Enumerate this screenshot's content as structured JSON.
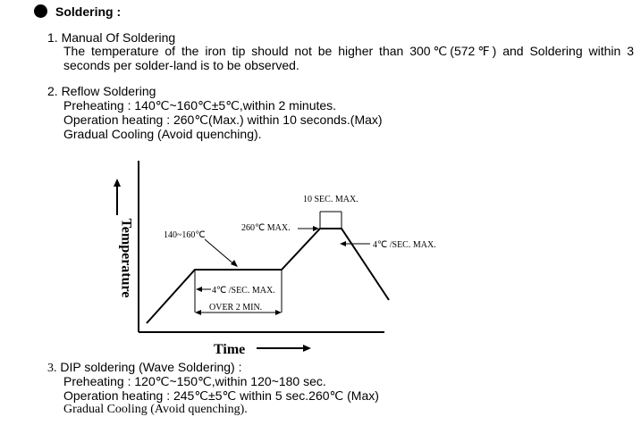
{
  "section": {
    "title": "Soldering :"
  },
  "manual": {
    "heading": "1. Manual Of Soldering",
    "line1": "The temperature of the iron tip should not be higher than 300℃(572℉) and Soldering within 3",
    "line2": "seconds per solder-land is to be observed."
  },
  "reflow": {
    "heading": "2. Reflow Soldering",
    "preheating": "Preheating : 140℃~160℃±5℃,within 2 minutes.",
    "operation": "Operation heating : 260℃(Max.) within 10 seconds.(Max)",
    "cooling": "Gradual Cooling (Avoid quenching)."
  },
  "chart": {
    "y_label": "Temperature",
    "x_label": "Time",
    "preheat_range": "140~160℃",
    "peak_temp": "260℃ MAX.",
    "peak_time": "10 SEC. MAX.",
    "ramp_down": "4℃ /SEC. MAX.",
    "ramp_up": "4℃ /SEC. MAX.",
    "preheat_time": "OVER 2 MIN."
  },
  "dip": {
    "heading_num": "3.",
    "heading": " DIP soldering (Wave Soldering) :",
    "preheating": "Preheating : 120℃~150℃,within 120~180 sec.",
    "operation": "Operation heating : 245℃±5℃  within 5 sec.260℃  (Max)",
    "cooling": "Gradual Cooling (Avoid quenching)."
  }
}
